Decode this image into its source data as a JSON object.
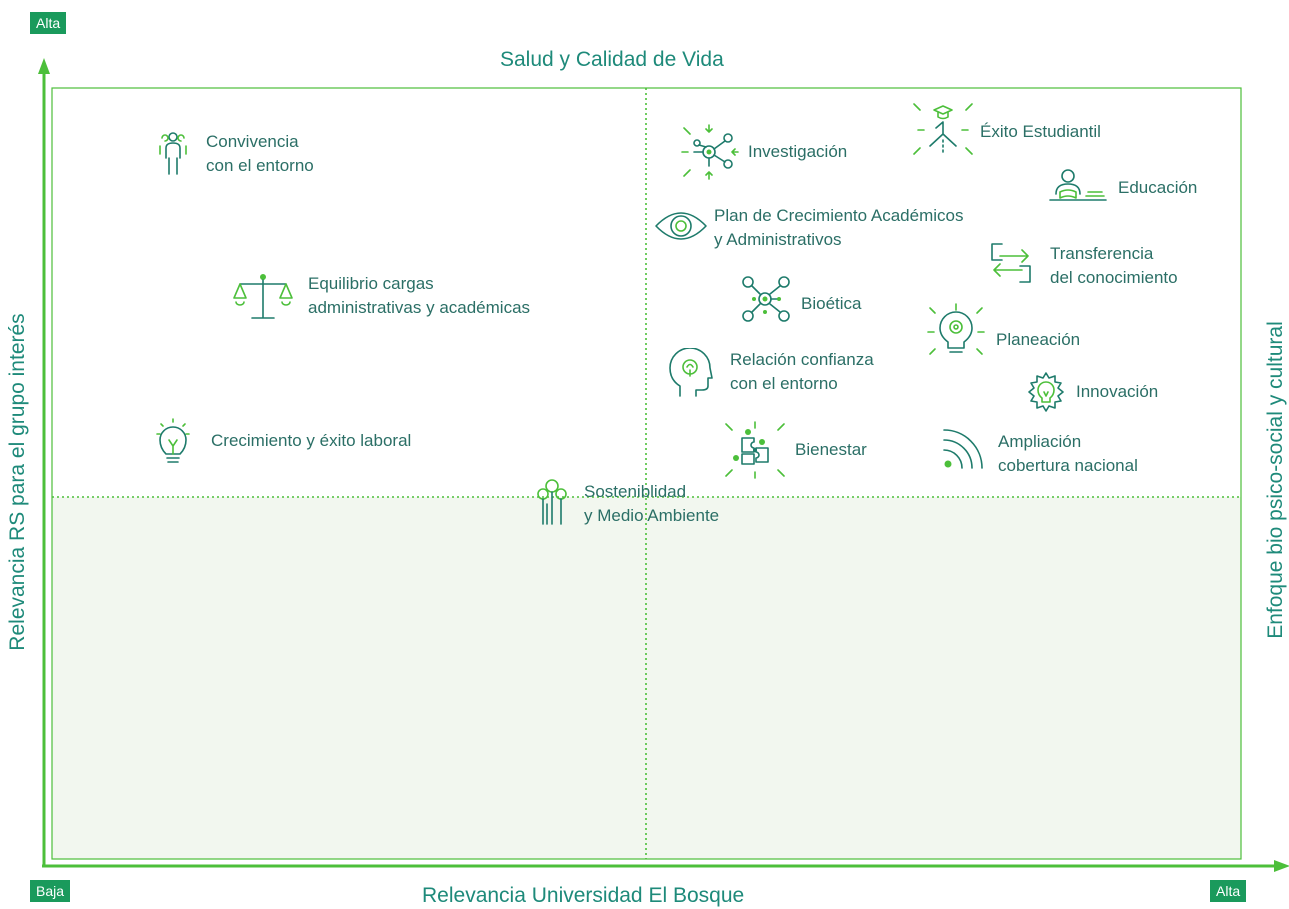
{
  "colors": {
    "accent_green": "#4cbf3a",
    "dark_teal": "#1e7b6b",
    "badge": "#1a9a5c",
    "lower_fill": "#f2f7ef"
  },
  "corner_labels": {
    "y_high": "Alta",
    "x_low": "Baja",
    "x_high": "Alta"
  },
  "top_title": "Salud y Calidad de Vida",
  "x_axis_label": "Relevancia Universidad El Bosque",
  "y_axis_label": "Relevancia RS para el grupo interés",
  "right_label": "Enfoque bio psico-social y cultural",
  "items": {
    "convivencia": {
      "line1": "Convivencia",
      "line2": "con el entorno",
      "icon": "people-icon"
    },
    "equilibrio": {
      "line1": "Equilibrio cargas",
      "line2": "administrativas y académicas",
      "icon": "scale-icon"
    },
    "crecimiento_laboral": {
      "line1": "Crecimiento y éxito laboral",
      "icon": "lightbulb-icon"
    },
    "sostenibilidad": {
      "line1": "Sosteniblidad",
      "line2": "y Medio Ambiente",
      "icon": "trees-icon"
    },
    "investigacion": {
      "line1": "Investigación",
      "icon": "network-icon"
    },
    "exito_estudiantil": {
      "line1": "Éxito Estudiantil",
      "icon": "graduate-icon"
    },
    "educacion": {
      "line1": "Educación",
      "icon": "reader-icon"
    },
    "plan_crecimiento": {
      "line1": "Plan de Crecimiento Académicos",
      "line2": "y Administrativos",
      "icon": "eye-icon"
    },
    "transferencia": {
      "line1": "Transferencia",
      "line2": "del conocimiento",
      "icon": "transfer-icon"
    },
    "bioetica": {
      "line1": "Bioética",
      "icon": "molecule-icon"
    },
    "planeacion": {
      "line1": "Planeación",
      "icon": "idea-gear-icon"
    },
    "relacion_confianza": {
      "line1": "Relación confianza",
      "line2": "con el entorno",
      "icon": "head-icon"
    },
    "innovacion": {
      "line1": "Innovación",
      "icon": "gear-bulb-icon"
    },
    "bienestar": {
      "line1": "Bienestar",
      "icon": "puzzle-icon"
    },
    "ampliacion": {
      "line1": "Ampliación",
      "line2": "cobertura nacional",
      "icon": "signal-icon"
    }
  }
}
